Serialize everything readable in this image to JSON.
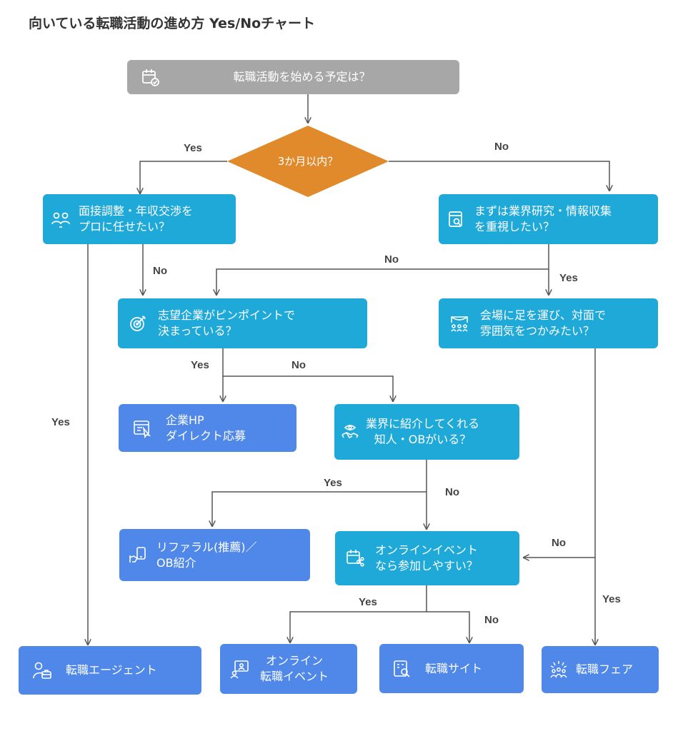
{
  "title": "向いている転職活動の進め方 Yes/Noチャート",
  "nodes": {
    "start": "転職活動を始める予定は？",
    "q_3months": "3か月以内？",
    "q_negotiate": "面接調整・年収交渉を\nプロに任せたい？",
    "q_research": "まずは業界研究・情報収集\nを重視したい？",
    "q_pinpoint": "志望企業がピンポイントで\n決まっている？",
    "q_venue": "会場に足を運び、対面で\n雰囲気をつかみたい？",
    "r_direct": "企業HP\nダイレクト応募",
    "q_referral": "業界に紹介してくれる\n知人・OBがいる？",
    "r_referral": "リファラル(推薦)／\nOB紹介",
    "q_online": "オンラインイベント\nなら参加しやすい？",
    "r_agent": "転職エージェント",
    "r_online_event": "オンライン\n転職イベント",
    "r_site": "転職サイト",
    "r_fair": "転職フェア"
  },
  "labels": {
    "l1": "Yes",
    "l2": "No",
    "l3": "No",
    "l4": "No",
    "l5": "Yes",
    "l6": "Yes",
    "l7": "No",
    "l8": "Yes",
    "l9": "Yes",
    "l10": "No",
    "l11": "No",
    "l12": "Yes",
    "l13": "No",
    "l14": "Yes"
  },
  "icons": {
    "start": "calendar-check-icon",
    "q_negotiate": "people-negotiation-icon",
    "q_research": "document-search-icon",
    "q_pinpoint": "target-icon",
    "q_venue": "venue-audience-icon",
    "r_direct": "website-cursor-icon",
    "q_referral": "handshake-eye-icon",
    "r_referral": "handshake-phone-icon",
    "q_online": "calendar-network-icon",
    "r_agent": "agent-briefcase-icon",
    "r_online_event": "online-presentation-icon",
    "r_site": "search-list-icon",
    "r_fair": "crowd-celebration-icon"
  },
  "colors": {
    "question": "#1fa9d9",
    "result": "#4f88e8",
    "start": "#a7a7a7",
    "diamond": "#e08a2c",
    "line": "#555555"
  }
}
